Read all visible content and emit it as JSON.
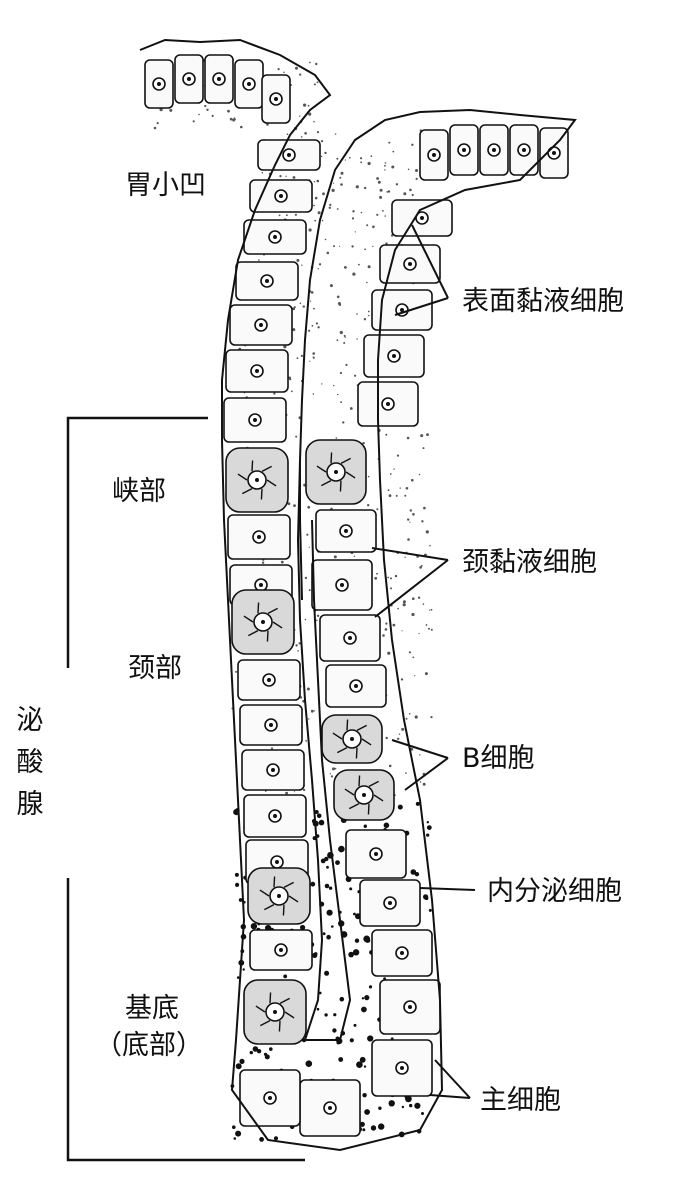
{
  "region_labels": {
    "foveola": "胃小凹",
    "isthmus": "峡部",
    "neck": "颈部",
    "base_line1": "基底",
    "base_line2": "（底部）",
    "gland_chars": [
      "泌",
      "酸",
      "腺"
    ]
  },
  "cell_labels": {
    "surface_mucous": "表面黏液细胞",
    "neck_mucous": "颈黏液细胞",
    "b_cell": "B细胞",
    "endocrine": "内分泌细胞",
    "chief": "主细胞"
  },
  "colors": {
    "ink": "#111111",
    "stipple": "#555555",
    "cell_fill": "#fafafa",
    "parietal_fill": "#d9d9d9"
  }
}
